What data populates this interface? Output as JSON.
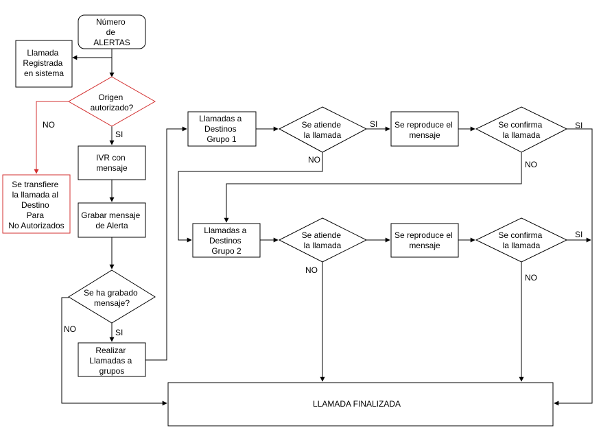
{
  "colors": {
    "stroke": "#000000",
    "accent_red": "#d32f2f",
    "background": "#ffffff"
  },
  "nodes": {
    "numero_alertas": [
      "Número",
      "de",
      "ALERTAS"
    ],
    "llamada_registrada": [
      "Llamada",
      "Registrada",
      "en sistema"
    ],
    "origen_autorizado": [
      "Origen",
      "autorizado?"
    ],
    "se_transfiere": [
      "Se transfiere",
      "la llamada al",
      "Destino",
      "Para",
      "No Autorizados"
    ],
    "ivr_mensaje": [
      "IVR con",
      "mensaje"
    ],
    "grabar_mensaje": [
      "Grabar mensaje",
      "de Alerta"
    ],
    "se_ha_grabado": [
      "Se ha grabado",
      "mensaje?"
    ],
    "realizar_llamadas": [
      "Realizar",
      "Llamadas a",
      "grupos"
    ],
    "llamadas_grupo1": [
      "Llamadas a",
      "Destinos",
      "Grupo 1"
    ],
    "atiende_1": [
      "Se atiende",
      "la llamada"
    ],
    "reproduce_1": [
      "Se reproduce el",
      "mensaje"
    ],
    "confirma_1": [
      "Se confirma",
      "la llamada"
    ],
    "llamadas_grupo2": [
      "Llamadas a",
      "Destinos",
      "Grupo 2"
    ],
    "atiende_2": [
      "Se atiende",
      "la llamada"
    ],
    "reproduce_2": [
      "Se reproduce el",
      "mensaje"
    ],
    "confirma_2": [
      "Se confirma",
      "la llamada"
    ],
    "llamada_finalizada": [
      "LLAMADA FINALIZADA"
    ]
  },
  "edge_labels": {
    "origen_no": "NO",
    "origen_si": "SI",
    "grabado_no": "NO",
    "grabado_si": "SI",
    "atiende1_si": "SI",
    "atiende1_no": "NO",
    "confirma1_si": "SI",
    "confirma1_no": "NO",
    "atiende2_no": "NO",
    "confirma2_si": "SI",
    "confirma2_no": "NO"
  }
}
